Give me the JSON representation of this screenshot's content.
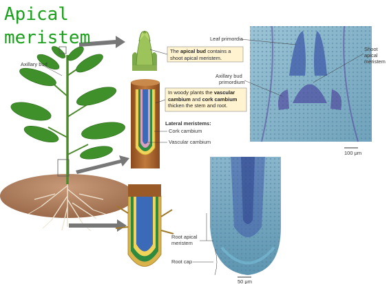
{
  "title": {
    "line1": "Apical",
    "line2": "meristem"
  },
  "labels": {
    "axillary_bud": "Axillary bud",
    "leaf_primordia": "Leaf primordia",
    "axillary_bud_primordium_1": "Axillary bud",
    "axillary_bud_primordium_2": "primordium",
    "shoot_apical_1": "Shoot",
    "shoot_apical_2": "apical",
    "shoot_apical_3": "meristem",
    "scale_top": "100 μm",
    "lateral_meristems": "Lateral meristems:",
    "cork_cambium": "Cork cambium",
    "vascular_cambium": "Vascular cambium",
    "root_apical_1": "Root apical",
    "root_apical_2": "meristem",
    "root_cap": "Root cap",
    "scale_bottom": "50 μm"
  },
  "callouts": {
    "apical_bud": {
      "pre": "The ",
      "bold": "apical bud",
      "post": " contains a shoot apical meristem."
    },
    "woody": {
      "pre": "In woody plants the ",
      "bold1": "vascular cambium",
      "mid": " and ",
      "bold2": "cork cambium",
      "post": " thicken the stem and root."
    }
  },
  "colors": {
    "title": "#1aa01a",
    "leaf": "#3f8f2a",
    "micrograph": "#7fb0c8",
    "stem_outer": "#a0602a",
    "arrow": "#777777"
  }
}
